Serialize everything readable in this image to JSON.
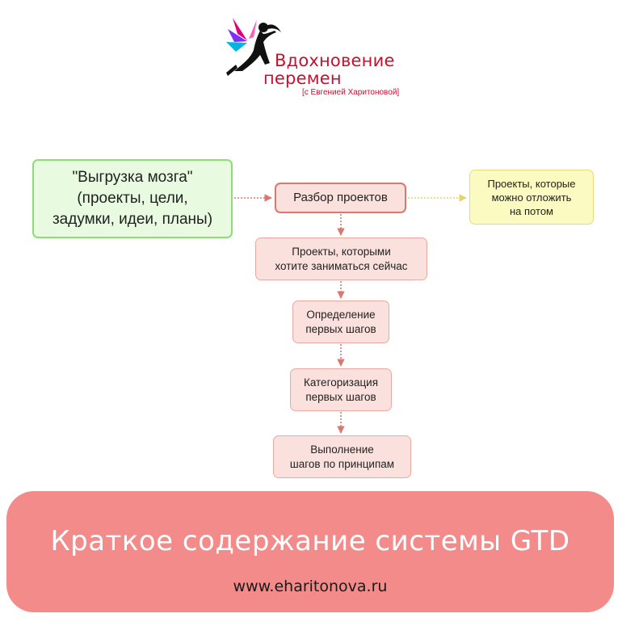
{
  "brand": {
    "title_line1": "Вдохновение",
    "title_line2": "перемен",
    "subtitle": "[с Евгенией Харитоновой]",
    "logo_icon": "fairy-silhouette-icon",
    "accent_color": "#c8102e"
  },
  "diagram": {
    "nodes": {
      "brain_dump": "\"Выгрузка мозга\"\n(проекты, цели,\nзадумки, идеи, планы)",
      "project_review": "Разбор проектов",
      "later_projects": "Проекты, которые\nможно отложить\nна потом",
      "now_projects": "Проекты, которыми\nхотите заниматься сейчас",
      "first_steps": "Определение\nпервых шагов",
      "categorize_steps": "Категоризация\nпервых шагов",
      "execute_steps": "Выполнение\nшагов по принципам"
    },
    "colors": {
      "green_border": "#8fdc77",
      "pink_border": "#eaa8a1",
      "yellow_border": "#ecd97a",
      "arrow_red": "#d9786f",
      "arrow_yellow": "#e8d36a"
    }
  },
  "banner": {
    "title": "Краткое содержание системы GTD",
    "url": "www.eharitonova.ru",
    "background": "#f48b8b"
  }
}
